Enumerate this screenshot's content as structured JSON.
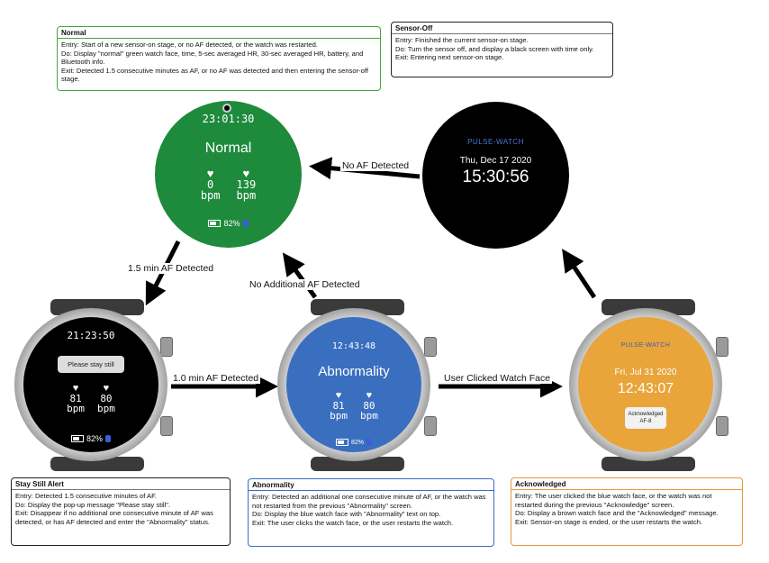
{
  "notes": {
    "normal": {
      "title": "Normal",
      "lines": [
        "Entry: Start of a new sensor-on stage, or no AF detected, or the watch was restarted.",
        "Do:    Display \"normal\" green watch face, time, 5-sec averaged HR, 30-sec averaged HR, battery, and Bluetooth info.",
        "Exit:   Detected 1.5 consecutive minutes as AF, or no AF was detected and then entering the sensor-off stage."
      ]
    },
    "sensor_off": {
      "title": "Sensor-Off",
      "lines": [
        "Entry: Finished the current sensor-on stage.",
        "Do: Turn the sensor off, and display a black screen with time only.",
        "Exit: Entering next sensor-on stage."
      ]
    },
    "stay_still": {
      "title": "Stay Still Alert",
      "lines": [
        "Entry: Detected 1.5 consecutive minutes of AF.",
        "Do: Display the pop-up message \"Please stay still\".",
        "Exit: Disappear if no additional one consecutive minute of AF was detected, or has AF detected and enter the \"Abnormality\" status."
      ]
    },
    "abnormality": {
      "title": "Abnormality",
      "lines": [
        "Entry: Detected an additional one consecutive minute of AF, or the watch was not restarted from the previous \"Abnormality\" screen.",
        "Do: Display the blue watch face with \"Abnormality\" text on top.",
        "Exit: The user clicks the watch face, or the user restarts the watch."
      ]
    },
    "acknowledged": {
      "title": "Acknowledged",
      "lines": [
        "Entry: The user clicked the blue watch face, or the watch was not restarted during the previous \"Acknowledge\" screen.",
        "Do: Display a brown watch face and the \"Acknowledged\" message.",
        "Exit:  Sensor-on stage is ended, or the user restarts the watch."
      ]
    }
  },
  "transitions": {
    "no_af": "No AF Detected",
    "af_15": "1.5 min AF Detected",
    "no_additional": "No Additional AF Detected",
    "af_10": "1.0 min AF Detected",
    "user_clicked": "User Clicked Watch Face"
  },
  "watches": {
    "normal": {
      "time": "23:01:30",
      "status": "Normal",
      "hr1": "0",
      "hr2": "139",
      "unit": "bpm",
      "battery": "82%",
      "color": "#1e8a3c"
    },
    "sensor_off": {
      "brand": "PULSE-WATCH",
      "date": "Thu, Dec 17 2020",
      "time": "15:30:56",
      "color": "#000000"
    },
    "stay_still": {
      "time": "21:23:50",
      "popup": "Please stay still",
      "hr1": "81",
      "hr2": "80",
      "unit": "bpm",
      "battery": "82%",
      "color": "#000000"
    },
    "abnormality": {
      "time": "12:43:48",
      "status": "Abnormality",
      "hr1": "81",
      "hr2": "80",
      "unit": "bpm",
      "battery": "82%",
      "color": "#3a6fc0"
    },
    "acknowledged": {
      "brand": "PULSE-WATCH",
      "date": "Fri, Jul 31 2020",
      "time": "12:43:07",
      "ack_line1": "Acknowledged",
      "ack_line2": "AF-8",
      "color": "#e9a43a"
    }
  }
}
